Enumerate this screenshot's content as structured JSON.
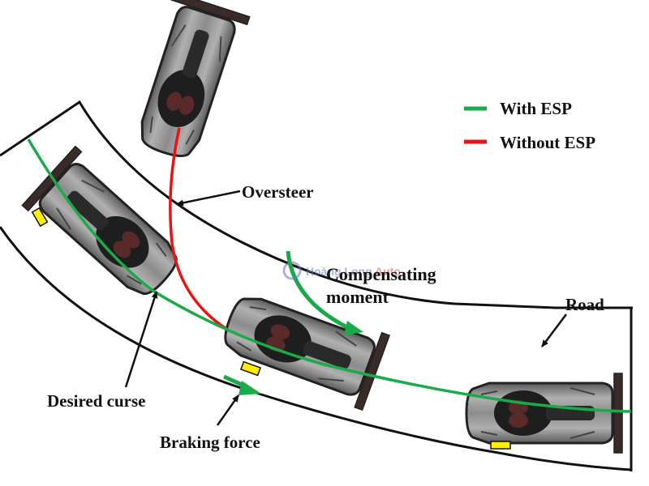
{
  "diagram": {
    "title": "ESP oversteer correction diagram",
    "legend": [
      {
        "label": "With ESP",
        "color": "#1aaa4a"
      },
      {
        "label": "Without ESP",
        "color": "#ee1111"
      }
    ],
    "labels": {
      "oversteer": "Oversteer",
      "compensating_line1": "Compensating",
      "compensating_line2": "moment",
      "road": "Road",
      "desired_course": "Desired curse",
      "braking_force": "Braking force"
    },
    "watermark": {
      "part1": "Hoàng Long",
      "part2": "Auto"
    },
    "colors": {
      "with_esp": "#1aaa4a",
      "without_esp": "#ee1111",
      "road_edge": "#111111",
      "brake_marker": "#ffee00",
      "car_body": "#8a8a8a",
      "car_dark": "#2a2a2a",
      "wing": "#3a2a28"
    },
    "cars": [
      {
        "name": "car-oversteer",
        "state": "without ESP, spun out"
      },
      {
        "name": "car-entry",
        "state": "entering curve, braking"
      },
      {
        "name": "car-mid",
        "state": "mid curve, braking outer front wheel"
      },
      {
        "name": "car-exit",
        "state": "exiting curve, braking"
      }
    ]
  }
}
